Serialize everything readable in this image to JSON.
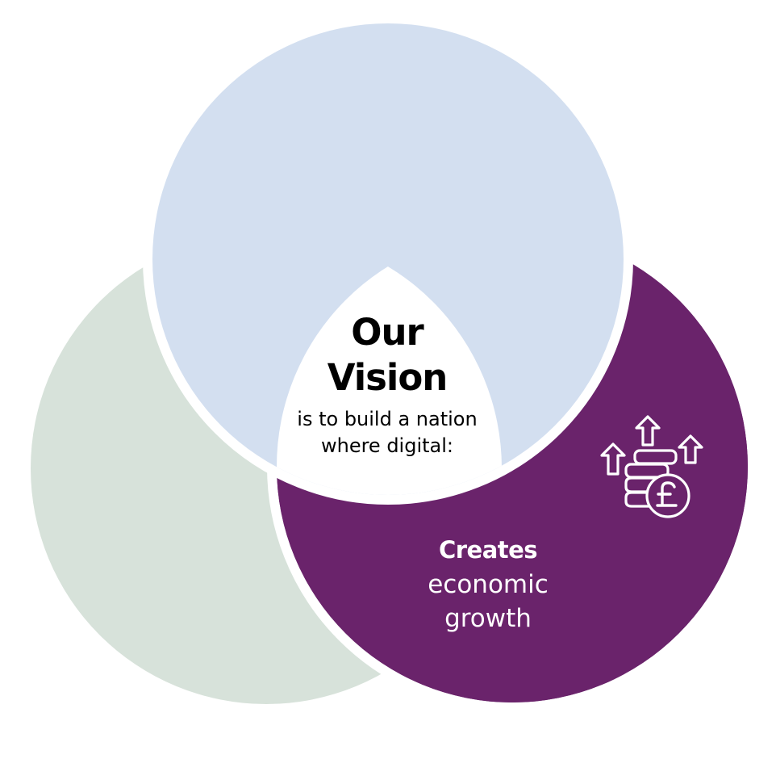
{
  "diagram": {
    "type": "venn",
    "circles": [
      {
        "name": "green-circle",
        "color": "#d7e2da",
        "label": ""
      },
      {
        "name": "blue-circle",
        "color": "#d3dff0",
        "label": ""
      },
      {
        "name": "purple-circle",
        "color": "#6a236b",
        "label": "Creates economic growth",
        "icon": "coins-pound-growth-icon"
      }
    ],
    "center": {
      "title_line1": "Our",
      "title_line2": "Vision",
      "subtitle_line1": "is to build a nation",
      "subtitle_line2": "where digital:"
    },
    "purple_section": {
      "bold": "Creates",
      "line2": "economic",
      "line3": "growth"
    }
  },
  "colors": {
    "green": "#d7e2da",
    "blue": "#d3dff0",
    "purple": "#6a236b",
    "background": "#ffffff",
    "divider": "#ffffff"
  }
}
